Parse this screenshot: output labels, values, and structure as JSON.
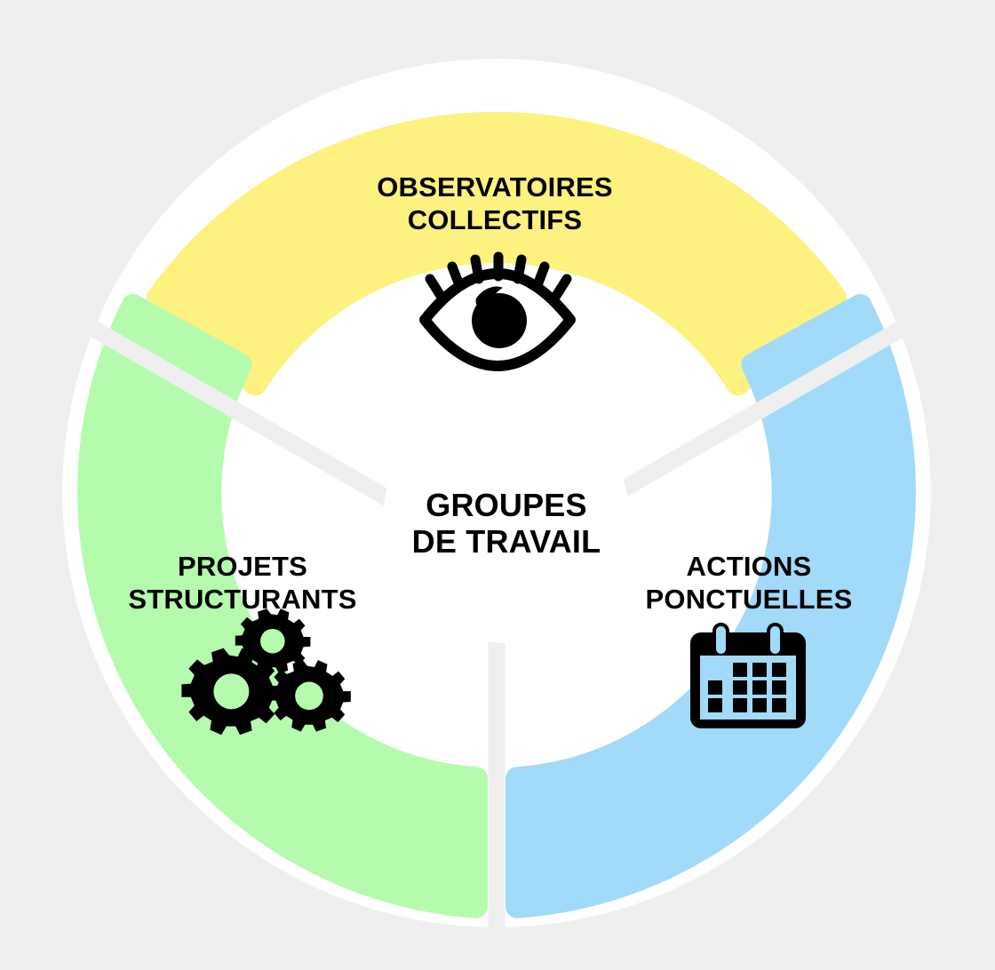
{
  "diagram": {
    "type": "donut-three-segment",
    "background_color": "#efefef",
    "center": {
      "name": "center-hub",
      "line1": "GROUPES",
      "line2": "DE TRAVAIL",
      "fill": "#ffffff",
      "text_color": "#000000"
    },
    "segments": [
      {
        "id": "observatoires-collectifs",
        "line1": "OBSERVATOIRES",
        "line2": "COLLECTIFS",
        "color": "#fdf180",
        "icon": "eye-icon",
        "position": "top"
      },
      {
        "id": "projets-structurants",
        "line1": "PROJETS",
        "line2": "STRUCTURANTS",
        "color": "#b4fbae",
        "icon": "gears-icon",
        "position": "bottom-left"
      },
      {
        "id": "actions-ponctuelles",
        "line1": "ACTIONS",
        "line2": "PONCTUELLES",
        "color": "#a2daf9",
        "icon": "calendar-icon",
        "position": "bottom-right"
      }
    ],
    "separator_color": "#ffffff",
    "gap_color": "#efefef"
  }
}
